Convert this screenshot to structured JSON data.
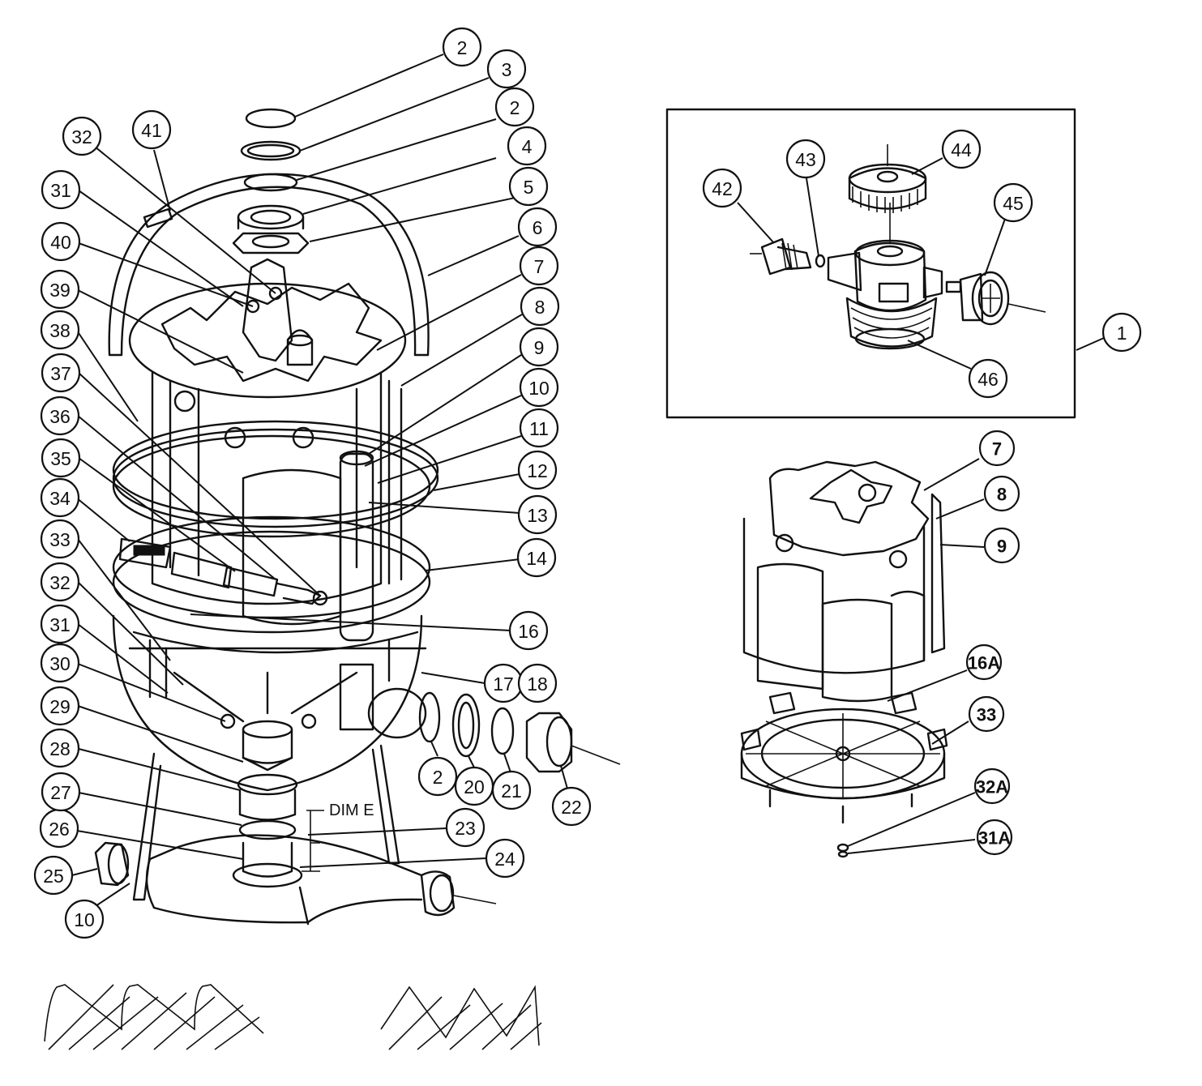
{
  "dimension_label": "DIM E",
  "callouts": [
    {
      "id": "c-2-top",
      "label": "2",
      "bold": false
    },
    {
      "id": "c-3",
      "label": "3",
      "bold": false
    },
    {
      "id": "c-2-mid",
      "label": "2",
      "bold": false
    },
    {
      "id": "c-4",
      "label": "4",
      "bold": false
    },
    {
      "id": "c-5",
      "label": "5",
      "bold": false
    },
    {
      "id": "c-6",
      "label": "6",
      "bold": false
    },
    {
      "id": "c-7",
      "label": "7",
      "bold": false
    },
    {
      "id": "c-8",
      "label": "8",
      "bold": false
    },
    {
      "id": "c-9",
      "label": "9",
      "bold": false
    },
    {
      "id": "c-10-right",
      "label": "10",
      "bold": false
    },
    {
      "id": "c-11",
      "label": "11",
      "bold": false
    },
    {
      "id": "c-12",
      "label": "12",
      "bold": false
    },
    {
      "id": "c-13",
      "label": "13",
      "bold": false
    },
    {
      "id": "c-14",
      "label": "14",
      "bold": false
    },
    {
      "id": "c-16",
      "label": "16",
      "bold": false
    },
    {
      "id": "c-17",
      "label": "17",
      "bold": false
    },
    {
      "id": "c-18",
      "label": "18",
      "bold": false
    },
    {
      "id": "c-2-bottom",
      "label": "2",
      "bold": false
    },
    {
      "id": "c-20",
      "label": "20",
      "bold": false
    },
    {
      "id": "c-21",
      "label": "21",
      "bold": false
    },
    {
      "id": "c-22",
      "label": "22",
      "bold": false
    },
    {
      "id": "c-23",
      "label": "23",
      "bold": false
    },
    {
      "id": "c-24",
      "label": "24",
      "bold": false
    },
    {
      "id": "c-25",
      "label": "25",
      "bold": false
    },
    {
      "id": "c-10-bottom",
      "label": "10",
      "bold": false
    },
    {
      "id": "c-26",
      "label": "26",
      "bold": false
    },
    {
      "id": "c-27",
      "label": "27",
      "bold": false
    },
    {
      "id": "c-28",
      "label": "28",
      "bold": false
    },
    {
      "id": "c-29",
      "label": "29",
      "bold": false
    },
    {
      "id": "c-30",
      "label": "30",
      "bold": false
    },
    {
      "id": "c-31-lower",
      "label": "31",
      "bold": false
    },
    {
      "id": "c-32-lower",
      "label": "32",
      "bold": false
    },
    {
      "id": "c-33",
      "label": "33",
      "bold": false
    },
    {
      "id": "c-34",
      "label": "34",
      "bold": false
    },
    {
      "id": "c-35",
      "label": "35",
      "bold": false
    },
    {
      "id": "c-36",
      "label": "36",
      "bold": false
    },
    {
      "id": "c-37",
      "label": "37",
      "bold": false
    },
    {
      "id": "c-38",
      "label": "38",
      "bold": false
    },
    {
      "id": "c-39",
      "label": "39",
      "bold": false
    },
    {
      "id": "c-40",
      "label": "40",
      "bold": false
    },
    {
      "id": "c-31-upper",
      "label": "31",
      "bold": false
    },
    {
      "id": "c-32-upper",
      "label": "32",
      "bold": false
    },
    {
      "id": "c-41",
      "label": "41",
      "bold": false
    },
    {
      "id": "c-42",
      "label": "42",
      "bold": false
    },
    {
      "id": "c-43",
      "label": "43",
      "bold": false
    },
    {
      "id": "c-44",
      "label": "44",
      "bold": false
    },
    {
      "id": "c-45",
      "label": "45",
      "bold": false
    },
    {
      "id": "c-46",
      "label": "46",
      "bold": false
    },
    {
      "id": "c-1",
      "label": "1",
      "bold": false
    },
    {
      "id": "c-7-detail",
      "label": "7",
      "bold": true
    },
    {
      "id": "c-8-detail",
      "label": "8",
      "bold": true
    },
    {
      "id": "c-9-detail",
      "label": "9",
      "bold": true
    },
    {
      "id": "c-16A",
      "label": "16A",
      "bold": true
    },
    {
      "id": "c-33-detail",
      "label": "33",
      "bold": true
    },
    {
      "id": "c-32A",
      "label": "32A",
      "bold": true
    },
    {
      "id": "c-31A",
      "label": "31A",
      "bold": true
    }
  ]
}
